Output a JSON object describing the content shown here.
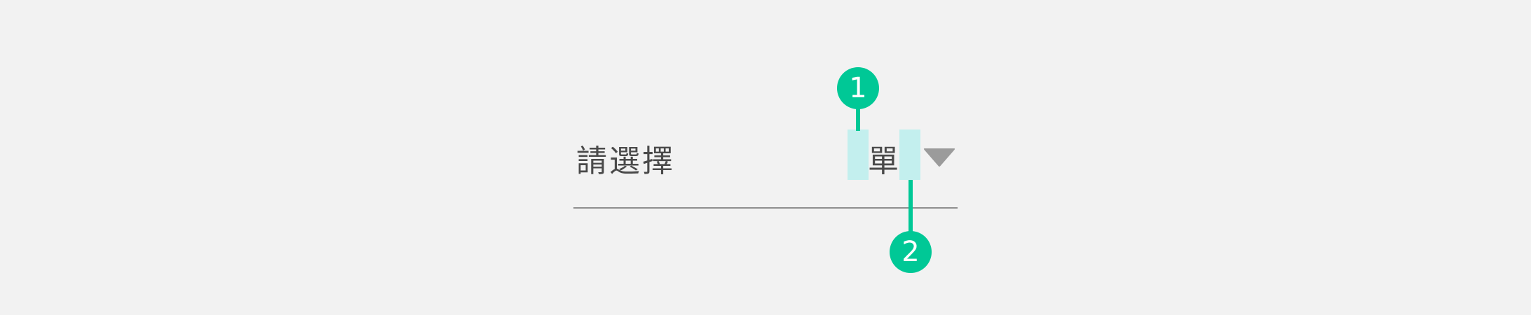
{
  "select": {
    "placeholder": "請選擇",
    "value": "單",
    "caret_icon": "triangle-down-icon"
  },
  "annotations": [
    {
      "label": "1"
    },
    {
      "label": "2"
    }
  ],
  "colors": {
    "background": "#f2f2f2",
    "text": "#4a4a4a",
    "underline": "#8f8f8f",
    "padding_highlight": "#c3efee",
    "annotation": "#00c896",
    "caret": "#9b9b9b"
  }
}
